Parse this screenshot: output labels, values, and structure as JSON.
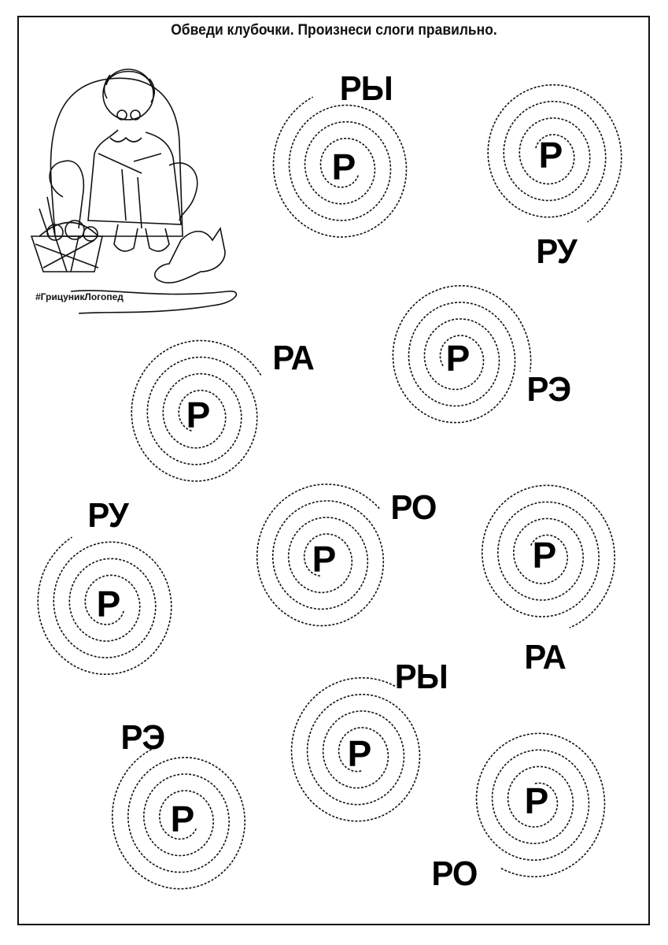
{
  "title": "Обведи клубочки. Произнеси слоги правильно.",
  "hashtag": "#ГрицуникЛогопед",
  "center_letter": "Р",
  "spirals": [
    {
      "syllable": "РЫ"
    },
    {
      "syllable": "РУ"
    },
    {
      "syllable": "РЭ"
    },
    {
      "syllable": "РА"
    },
    {
      "syllable": "РО"
    },
    {
      "syllable": "РА"
    },
    {
      "syllable": "РУ"
    },
    {
      "syllable": "РЫ"
    },
    {
      "syllable": "РЭ"
    },
    {
      "syllable": "РО"
    }
  ]
}
